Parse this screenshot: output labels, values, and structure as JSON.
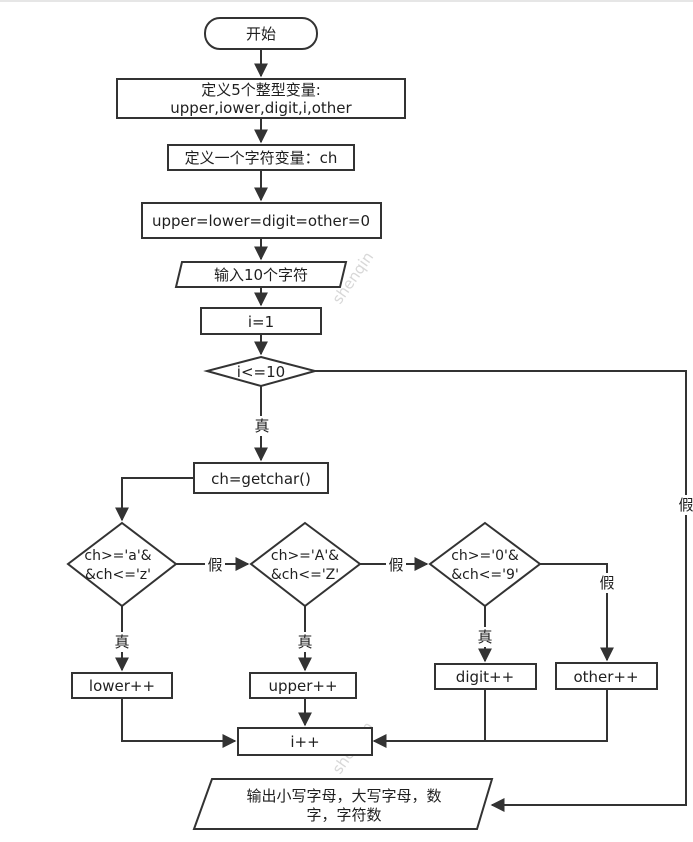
{
  "flowchart": {
    "nodes": {
      "start": "开始",
      "declare_ints_line1": "定义5个整型变量:",
      "declare_ints_line2": "upper,iower,digit,i,other",
      "declare_char": "定义一个字符变量：ch",
      "init_counts": "upper=lower=digit=other=0",
      "input": "输入10个字符",
      "init_i": "i=1",
      "loop_cond": "i<=10",
      "getchar": "ch=getchar()",
      "cond_lower_line1": "ch>='a'&",
      "cond_lower_line2": "&ch<='z'",
      "cond_upper_line1": "ch>='A'&",
      "cond_upper_line2": "&ch<='Z'",
      "cond_digit_line1": "ch>='0'&",
      "cond_digit_line2": "&ch<='9'",
      "lower_inc": "lower++",
      "upper_inc": "upper++",
      "digit_inc": "digit++",
      "other_inc": "other++",
      "i_inc": "i++",
      "output_line1": "输出小写字母，大写字母，数",
      "output_line2": "字，字符数"
    },
    "edge_labels": {
      "loop_true": "真",
      "loop_false": "假",
      "lower_true": "真",
      "lower_false": "假",
      "upper_true": "真",
      "upper_false": "假",
      "digit_true": "真",
      "digit_false": "假"
    },
    "watermark": "shenqin",
    "colors": {
      "stroke": "#333333",
      "fill": "#ffffff",
      "text": "#1f1f1f",
      "background": "#ffffff"
    }
  }
}
